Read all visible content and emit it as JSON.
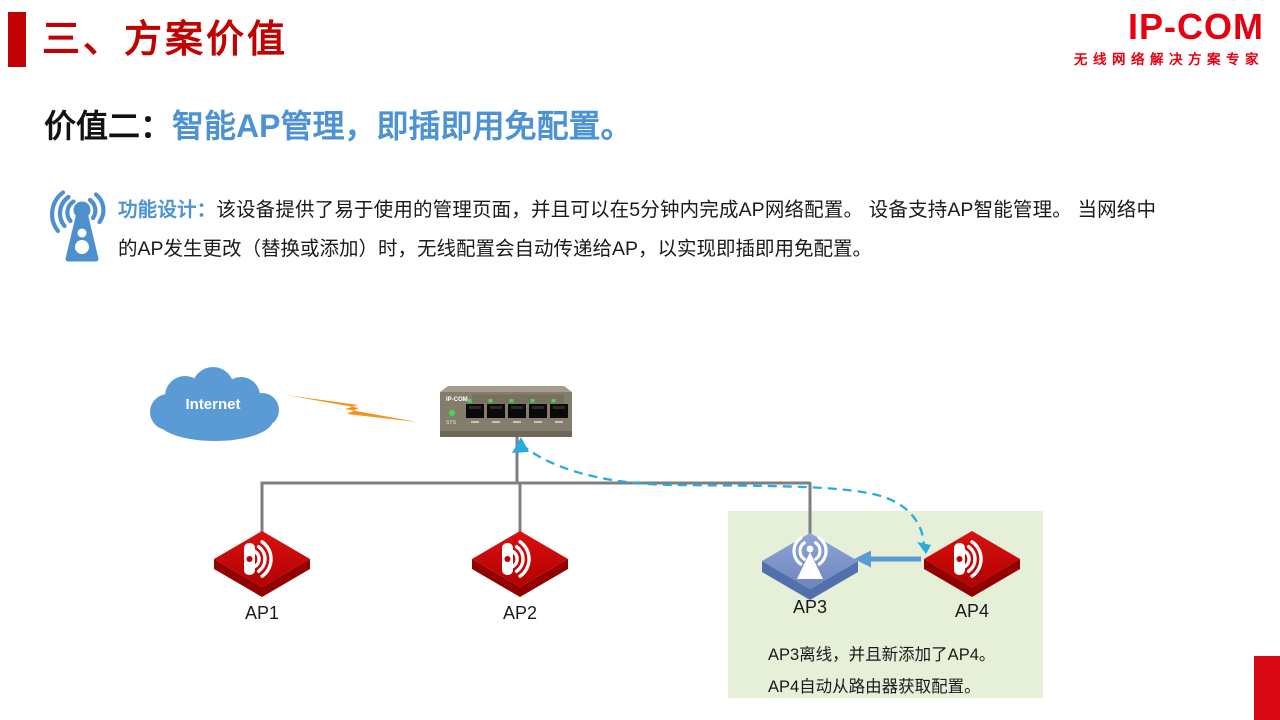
{
  "slide_title": "三、方案价值",
  "logo": {
    "brand": "IP-COM",
    "tagline": "无线网络解决方案专家"
  },
  "heading": {
    "label": "价值二：",
    "highlight": "智能AP管理，即插即用免配置。"
  },
  "feature": {
    "label": "功能设计：",
    "body": "该设备提供了易于使用的管理页面，并且可以在5分钟内完成AP网络配置。 设备支持AP智能管理。 当网络中的AP发生更改（替换或添加）时，无线配置会自动传递给AP，以实现即插即用免配置。"
  },
  "diagram": {
    "internet_label": "Internet",
    "router": {
      "brand": "IP-COM",
      "led_label": "SYS"
    },
    "nodes": {
      "ap1": "AP1",
      "ap2": "AP2",
      "ap3": "AP3",
      "ap4": "AP4"
    },
    "note": {
      "line1": "AP3离线，并且新添加了AP4。",
      "line2": "AP4自动从路由器获取配置。"
    }
  },
  "colors": {
    "title_red": "#C00202",
    "logo_red": "#E60012",
    "heading_blue": "#4D93D3",
    "cloud_blue": "#5B9BD5",
    "lightning_orange": "#F6921E",
    "ap_red": "#C00000",
    "ap_red_depth": "#930000",
    "ap3_blue": "#7F97C8",
    "ap3_blue_depth": "#5270AE",
    "green_box": "#E6F0D8",
    "line_gray": "#7F7F7F",
    "dashed_cyan": "#29ABE2",
    "arrow_blue": "#5B9BD5",
    "router_body": "#857D6B",
    "corner_red": "#D70814"
  }
}
